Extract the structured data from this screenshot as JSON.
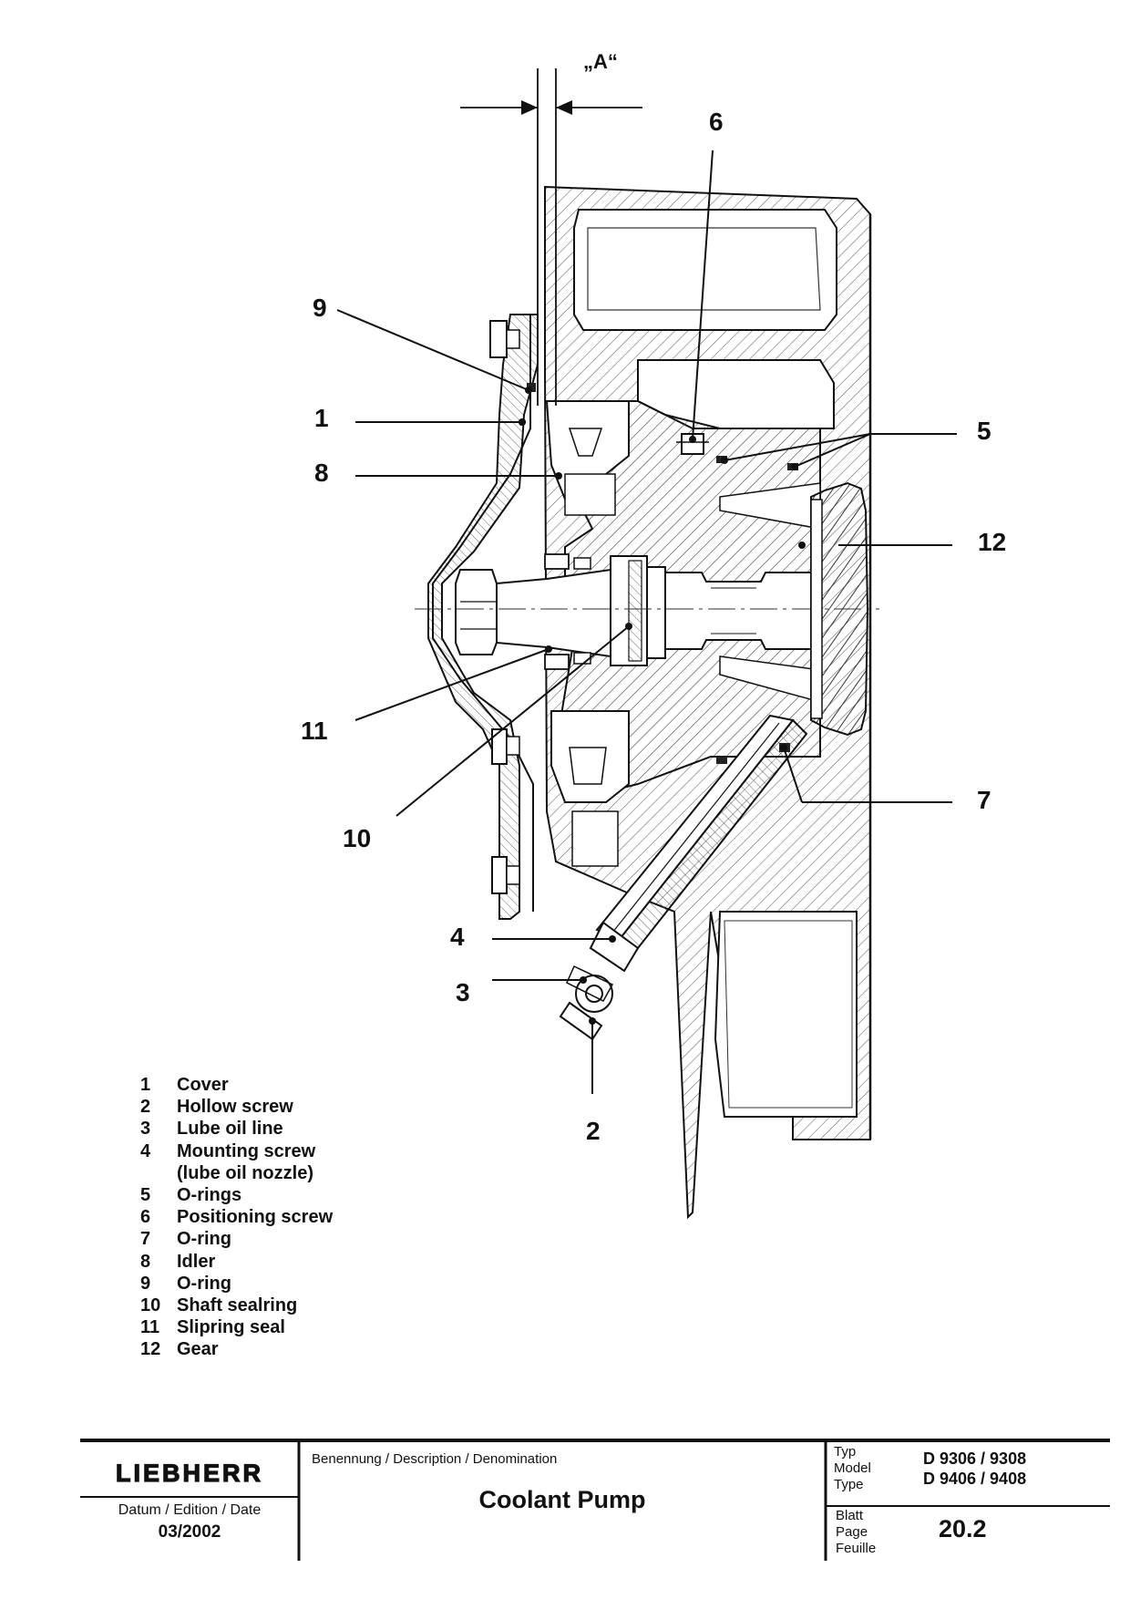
{
  "view_label": "„A“",
  "callouts": [
    {
      "id": "1",
      "text": "1"
    },
    {
      "id": "2",
      "text": "2"
    },
    {
      "id": "3",
      "text": "3"
    },
    {
      "id": "4",
      "text": "4"
    },
    {
      "id": "5",
      "text": "5"
    },
    {
      "id": "6",
      "text": "6"
    },
    {
      "id": "7",
      "text": "7"
    },
    {
      "id": "8",
      "text": "8"
    },
    {
      "id": "9",
      "text": "9"
    },
    {
      "id": "10",
      "text": "10"
    },
    {
      "id": "11",
      "text": "11"
    },
    {
      "id": "12",
      "text": "12"
    }
  ],
  "legend": [
    {
      "num": "1",
      "label": "Cover"
    },
    {
      "num": "2",
      "label": "Hollow screw"
    },
    {
      "num": "3",
      "label": "Lube oil line"
    },
    {
      "num": "4",
      "label": "Mounting screw"
    },
    {
      "num": "",
      "label": "(lube oil nozzle)"
    },
    {
      "num": "5",
      "label": "O-rings"
    },
    {
      "num": "6",
      "label": "Positioning screw"
    },
    {
      "num": "7",
      "label": "O-ring"
    },
    {
      "num": "8",
      "label": "Idler"
    },
    {
      "num": "9",
      "label": "O-ring"
    },
    {
      "num": "10",
      "label": "Shaft sealring"
    },
    {
      "num": "11",
      "label": "Slipring seal"
    },
    {
      "num": "12",
      "label": "Gear"
    }
  ],
  "title_block": {
    "brand": "LIEBHERR",
    "date_heading": "Datum / Edition / Date",
    "date_value": "03/2002",
    "description_heading": "Benennung / Description / Denomination",
    "description_value": "Coolant Pump",
    "type_labels": [
      "Typ",
      "Model",
      "Type"
    ],
    "type_values": [
      "D 9306 / 9308",
      "D 9406 / 9408"
    ],
    "page_labels": [
      "Blatt",
      "Page",
      "Feuille"
    ],
    "page_value": "20.2"
  }
}
